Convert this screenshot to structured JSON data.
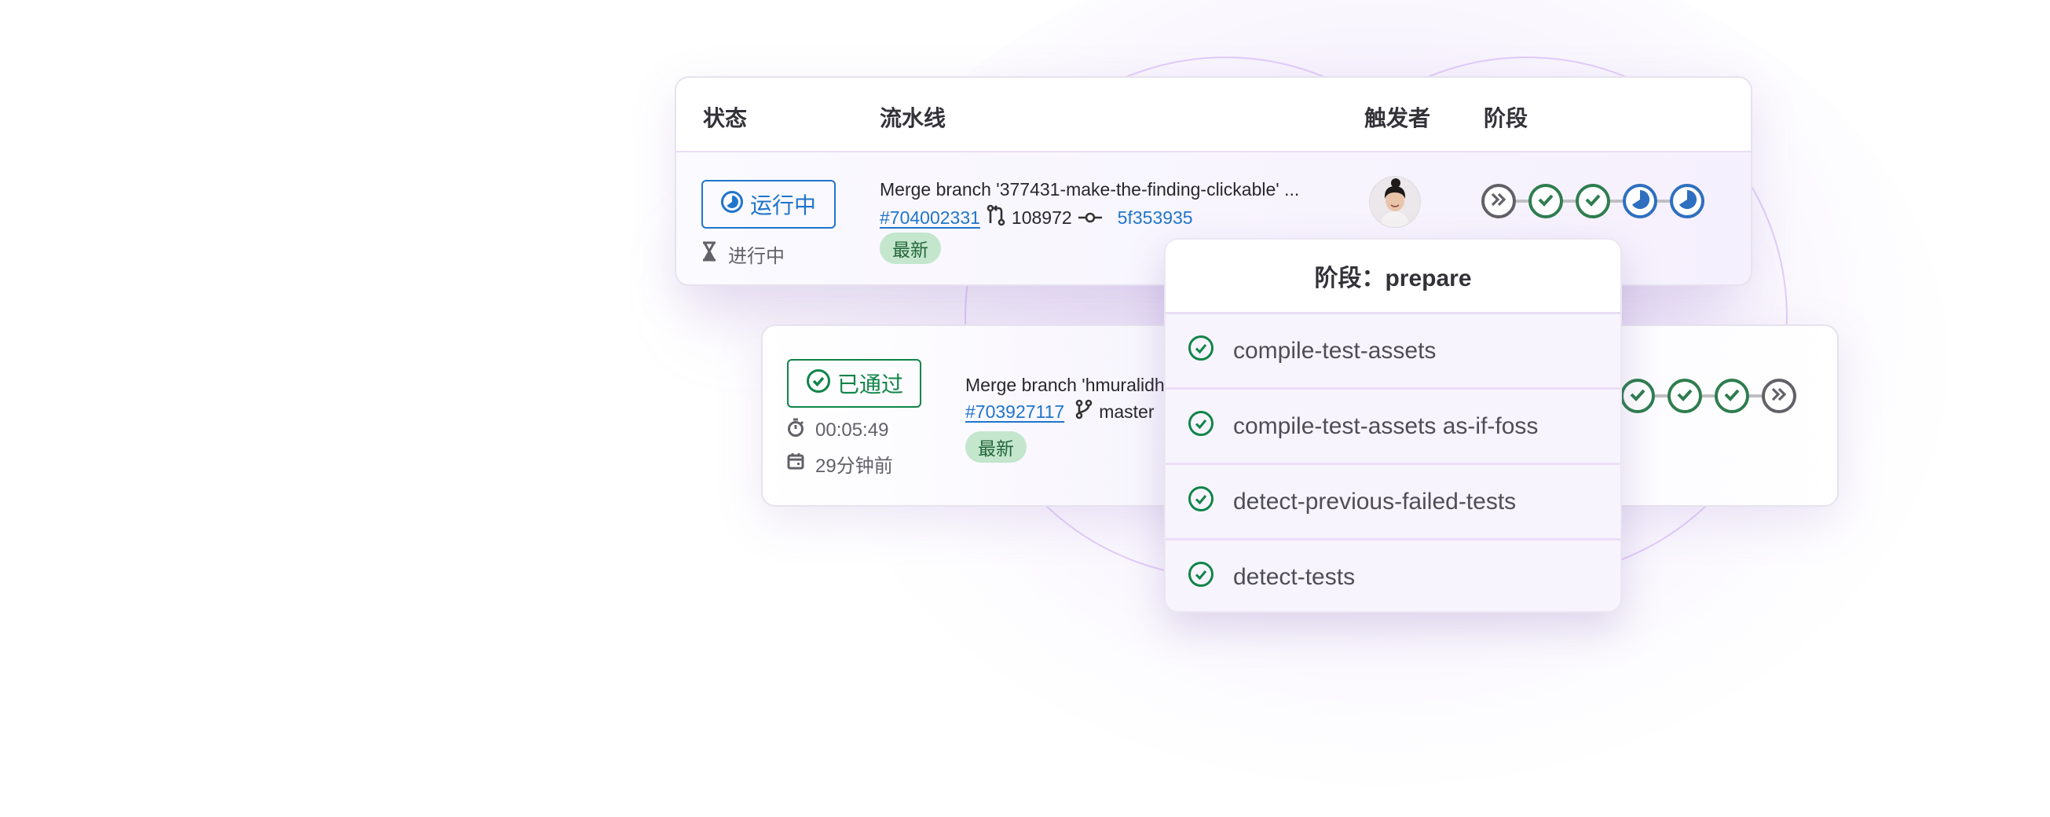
{
  "colors": {
    "running": "#1f75cb",
    "passed": "#108548",
    "skipped": "#626168",
    "latest_badge_bg": "#c3e6cd",
    "latest_badge_text": "#24663b",
    "divider": "#e9def5"
  },
  "table": {
    "headers": {
      "status": "状态",
      "pipeline": "流水线",
      "triggerer": "触发者",
      "stages": "阶段"
    },
    "rows": [
      {
        "status_badge": {
          "label": "运行中",
          "icon": "running-icon",
          "state": "running"
        },
        "status_meta": [
          {
            "icon": "hourglass-icon",
            "text": "进行中"
          }
        ],
        "title": "Merge branch '377431-make-the-finding-clickable' ...",
        "pipeline_id": "#704002331",
        "ref_icon": "merge-request-icon",
        "ref": "108972",
        "commit_icon": "commit-icon",
        "commit_sha": "5f353935",
        "tag": "最新",
        "avatar": "user-avatar",
        "stages": [
          "skipped",
          "success",
          "success",
          "running",
          "running"
        ]
      },
      {
        "status_badge": {
          "label": "已通过",
          "icon": "check-circle-icon",
          "state": "passed"
        },
        "status_meta": [
          {
            "icon": "timer-icon",
            "text": "00:05:49"
          },
          {
            "icon": "calendar-icon",
            "text": "29分钟前"
          }
        ],
        "title": "Merge branch 'hmuralidh",
        "pipeline_id": "#703927117",
        "ref_icon": "branch-icon",
        "ref": "master",
        "tag": "最新",
        "stages": [
          "success",
          "success",
          "success",
          "skipped"
        ]
      }
    ]
  },
  "dropdown": {
    "title": "阶段：prepare",
    "jobs": [
      {
        "name": "compile-test-assets",
        "status": "success"
      },
      {
        "name": "compile-test-assets as-if-foss",
        "status": "success"
      },
      {
        "name": "detect-previous-failed-tests",
        "status": "success"
      },
      {
        "name": "detect-tests",
        "status": "success"
      }
    ]
  }
}
